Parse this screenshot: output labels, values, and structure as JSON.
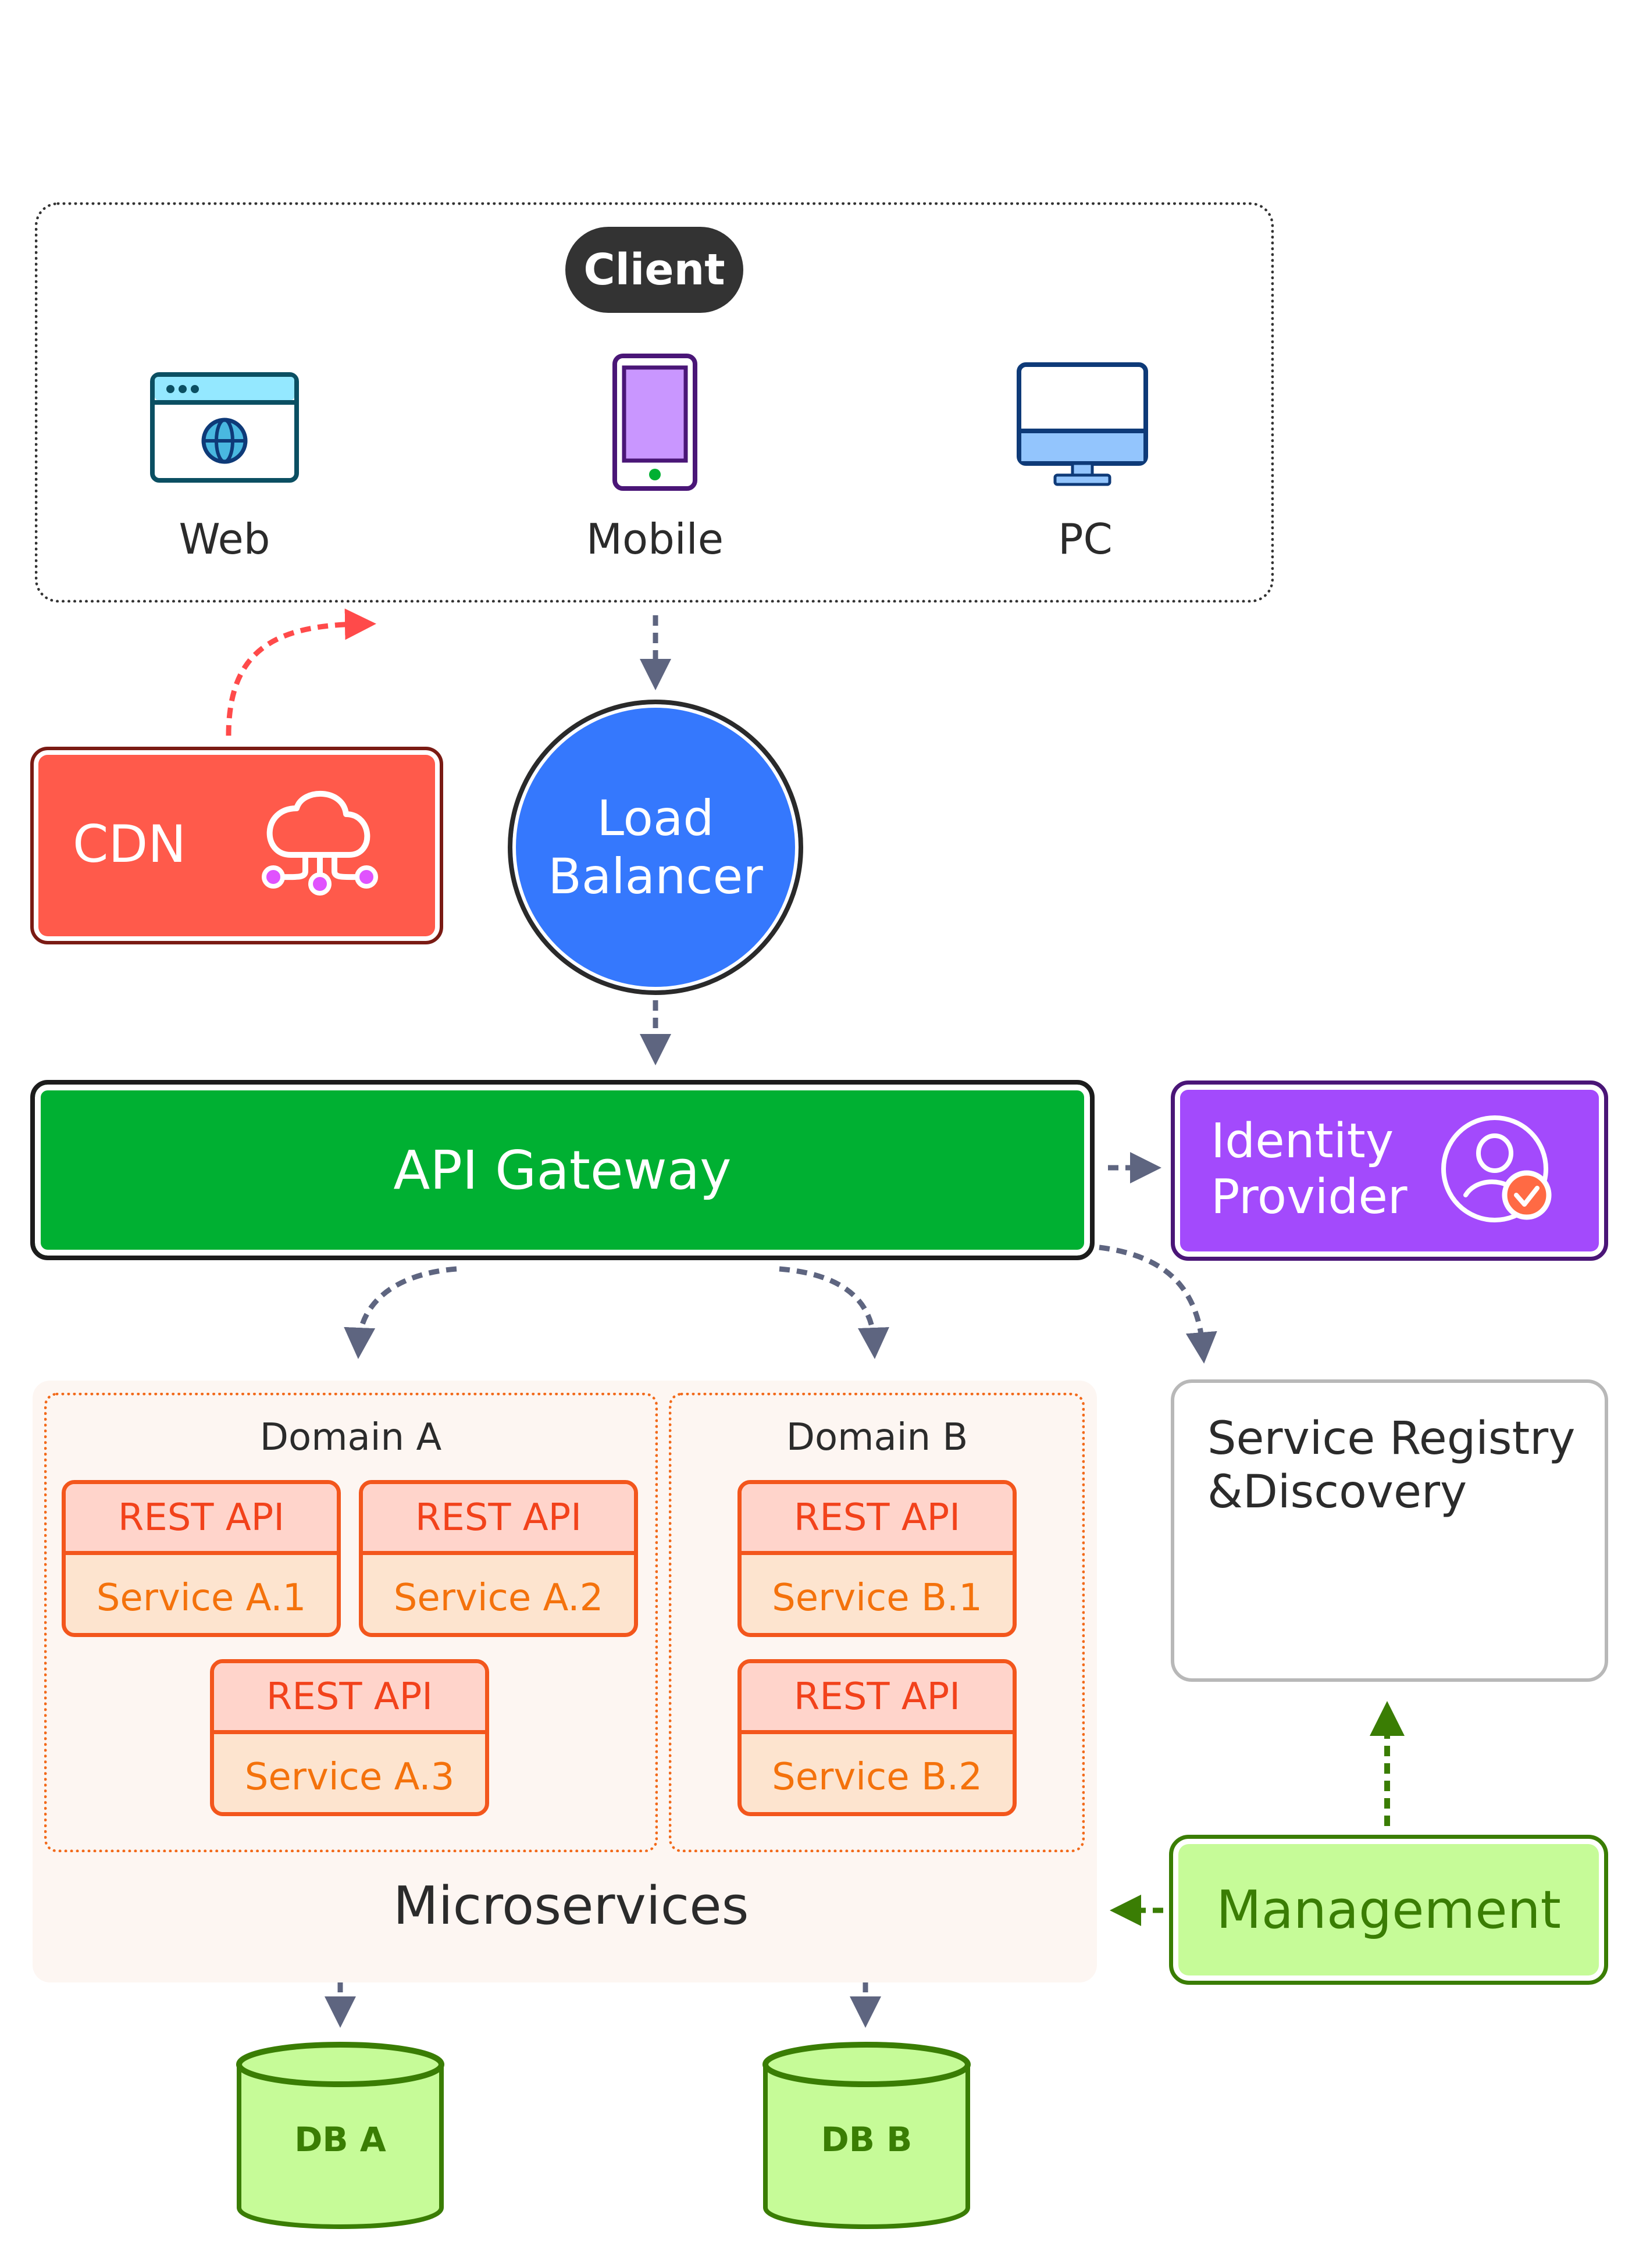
{
  "client": {
    "title": "Client",
    "devices": [
      {
        "label": "Web",
        "icon": "browser-globe-icon"
      },
      {
        "label": "Mobile",
        "icon": "smartphone-icon"
      },
      {
        "label": "PC",
        "icon": "desktop-monitor-icon"
      }
    ]
  },
  "cdn": {
    "label": "CDN",
    "icon": "cloud-network-icon",
    "color": "#ff5a4b"
  },
  "load_balancer": {
    "line1": "Load",
    "line2": "Balancer",
    "color": "#3578fd"
  },
  "api_gateway": {
    "label": "API Gateway",
    "color": "#00b032"
  },
  "identity_provider": {
    "line1": "Identity",
    "line2": "Provider",
    "icon": "user-verified-icon",
    "color": "#a34afc"
  },
  "microservices": {
    "label": "Microservices",
    "domains": [
      {
        "title": "Domain A",
        "services": [
          {
            "api": "REST API",
            "name": "Service A.1"
          },
          {
            "api": "REST API",
            "name": "Service A.2"
          },
          {
            "api": "REST API",
            "name": "Service A.3"
          }
        ]
      },
      {
        "title": "Domain B",
        "services": [
          {
            "api": "REST API",
            "name": "Service B.1"
          },
          {
            "api": "REST API",
            "name": "Service B.2"
          }
        ]
      }
    ]
  },
  "service_registry": {
    "line1": "Service Registry",
    "line2": "&Discovery"
  },
  "management": {
    "label": "Management",
    "color": "#c6fb98"
  },
  "databases": [
    {
      "label": "DB A"
    },
    {
      "label": "DB B"
    }
  ]
}
